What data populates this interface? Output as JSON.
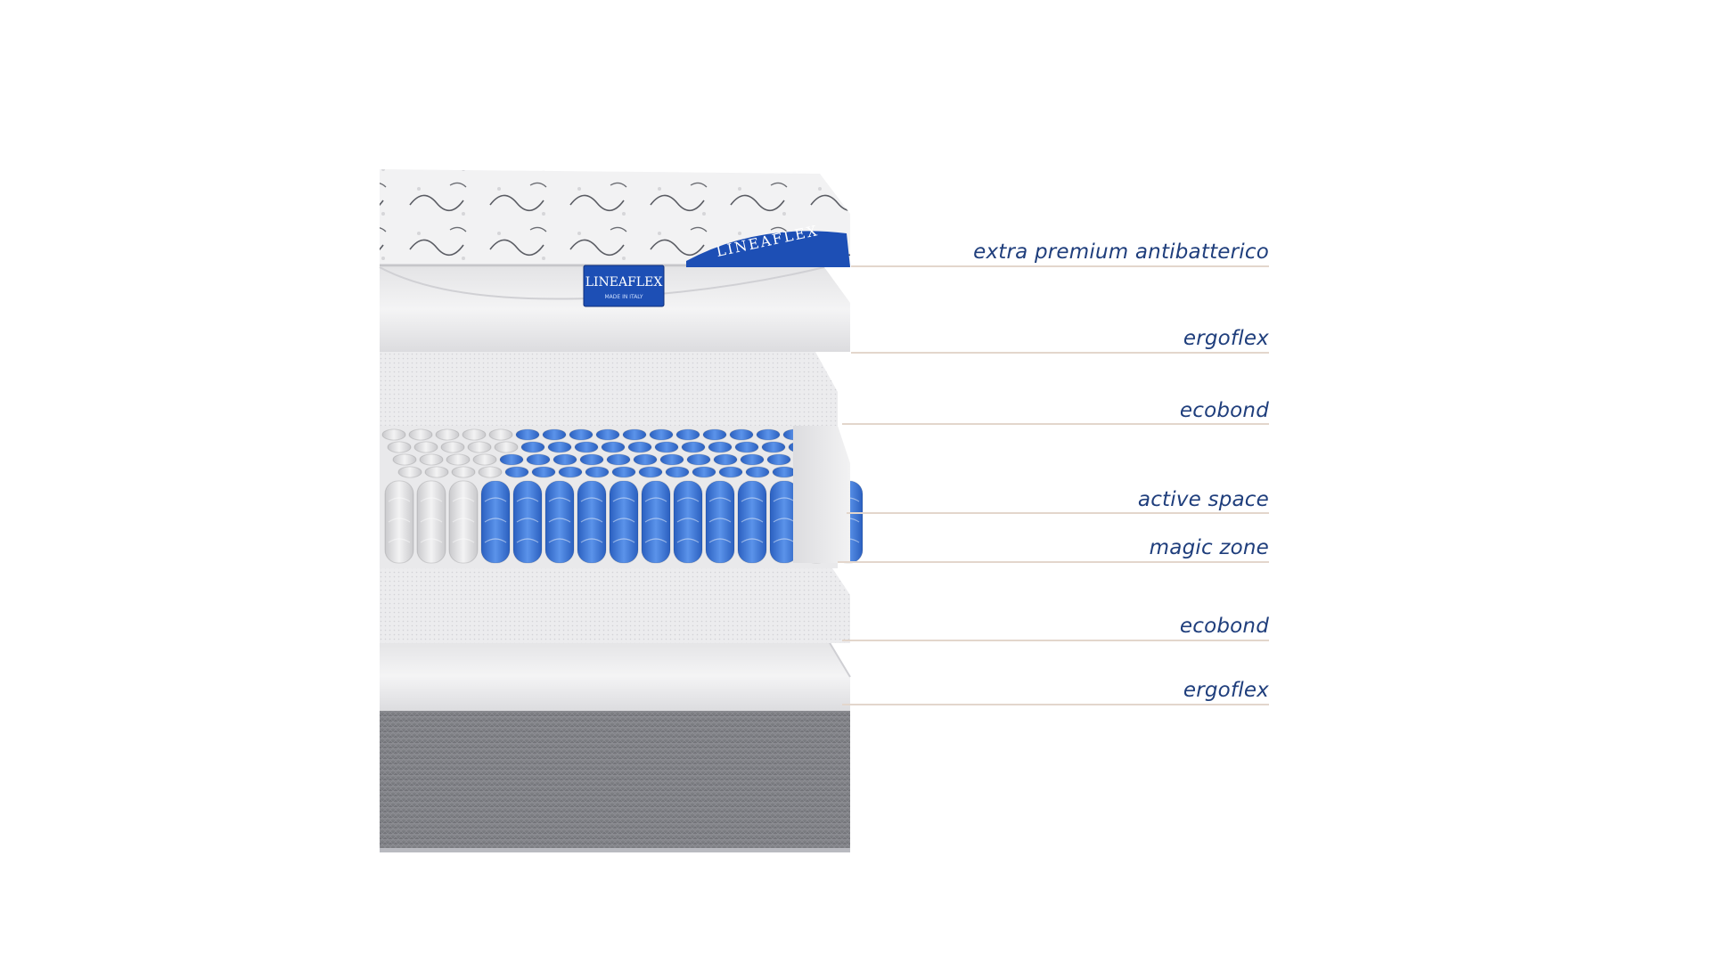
{
  "brand": {
    "label": "LINEAFLEX",
    "top_band_text": "LINEAFLEX",
    "tag_subtext": "MADE IN ITALY"
  },
  "colors": {
    "label_text": "#1f3e7c",
    "leader_line": "#e3d6cc",
    "spring_blue": "#3f79d8",
    "spring_white": "#e8e8e8",
    "base_fabric": "#7b7c82",
    "brand_blue": "#1d4fb5"
  },
  "layers": [
    {
      "label": "extra premium antibatterico"
    },
    {
      "label": "ergoflex"
    },
    {
      "label": "ecobond"
    },
    {
      "label": "active space"
    },
    {
      "label": "magic zone"
    },
    {
      "label": "ecobond"
    },
    {
      "label": "ergoflex"
    }
  ]
}
